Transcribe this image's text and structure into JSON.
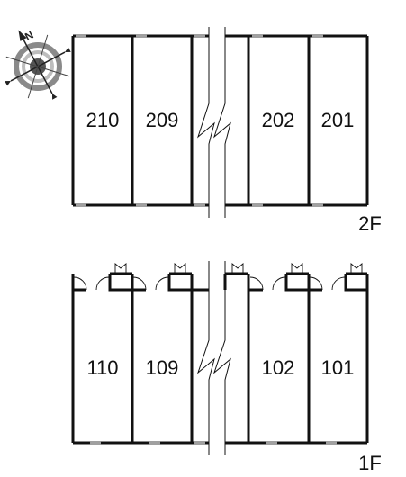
{
  "compass": {
    "north_letter": "N",
    "icon": "compass-rose-icon"
  },
  "floors": [
    {
      "label": "2F",
      "units": [
        "210",
        "209",
        "202",
        "201"
      ]
    },
    {
      "label": "1F",
      "units": [
        "110",
        "109",
        "102",
        "101"
      ]
    }
  ],
  "colors": {
    "wall": "#111111",
    "compass_ring": "#888888"
  }
}
